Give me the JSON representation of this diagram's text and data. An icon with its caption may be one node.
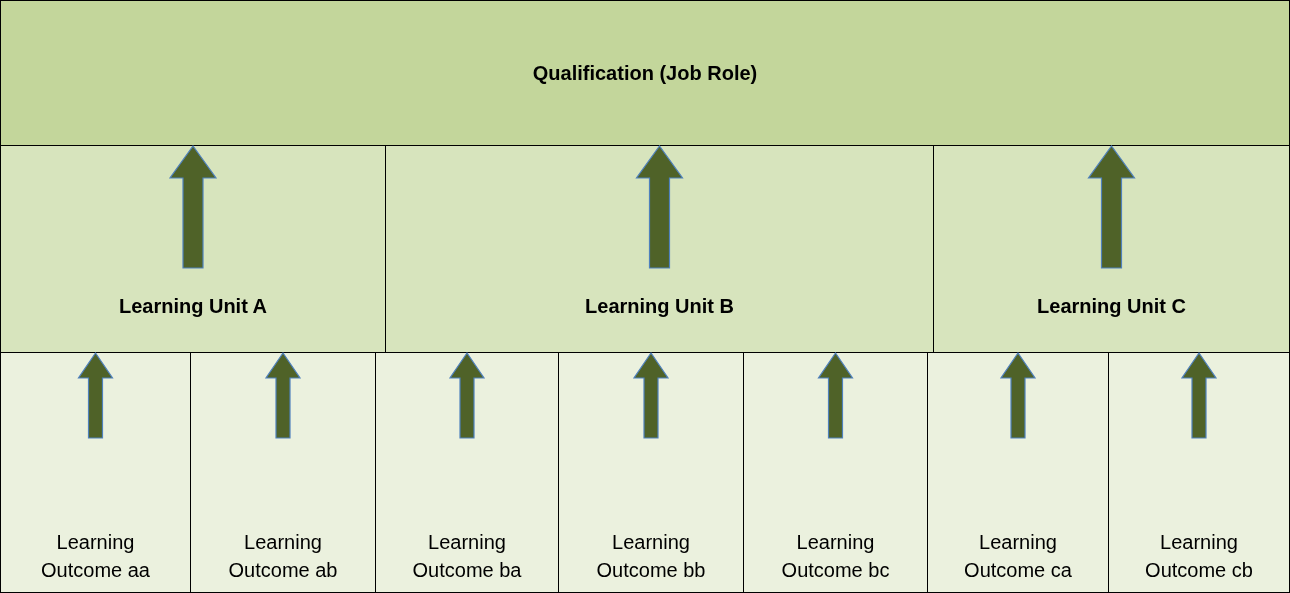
{
  "diagram": {
    "nodes": [
      {
        "text": [
          "Qualification (Job Role)"
        ]
      },
      {
        "text": [
          "Learning Unit A"
        ]
      },
      {
        "text": [
          "Learning Unit B"
        ]
      },
      {
        "text": [
          "Learning Unit C"
        ]
      },
      {
        "text": [
          "Learning Outcome aa"
        ]
      },
      {
        "text": [
          "Learning Outcome ab"
        ]
      },
      {
        "text": [
          "Learning Outcome ba"
        ]
      },
      {
        "text": [
          "Learning Outcome bb"
        ]
      },
      {
        "text": [
          "Learning Outcome bc"
        ]
      },
      {
        "text": [
          "Learning Outcome ca"
        ]
      },
      {
        "text": [
          "Learning Outcome cb"
        ]
      }
    ],
    "edges": [
      {
        "from": 1,
        "to": 0,
        "arrow": "to"
      },
      {
        "from": 2,
        "to": 0,
        "arrow": "to"
      },
      {
        "from": 3,
        "to": 0,
        "arrow": "to"
      },
      {
        "from": 4,
        "to": 1,
        "arrow": "to"
      },
      {
        "from": 5,
        "to": 1,
        "arrow": "to"
      },
      {
        "from": 6,
        "to": 2,
        "arrow": "to"
      },
      {
        "from": 7,
        "to": 2,
        "arrow": "to"
      },
      {
        "from": 8,
        "to": 2,
        "arrow": "to"
      },
      {
        "from": 9,
        "to": 3,
        "arrow": "to"
      },
      {
        "from": 10,
        "to": 3,
        "arrow": "to"
      }
    ]
  }
}
